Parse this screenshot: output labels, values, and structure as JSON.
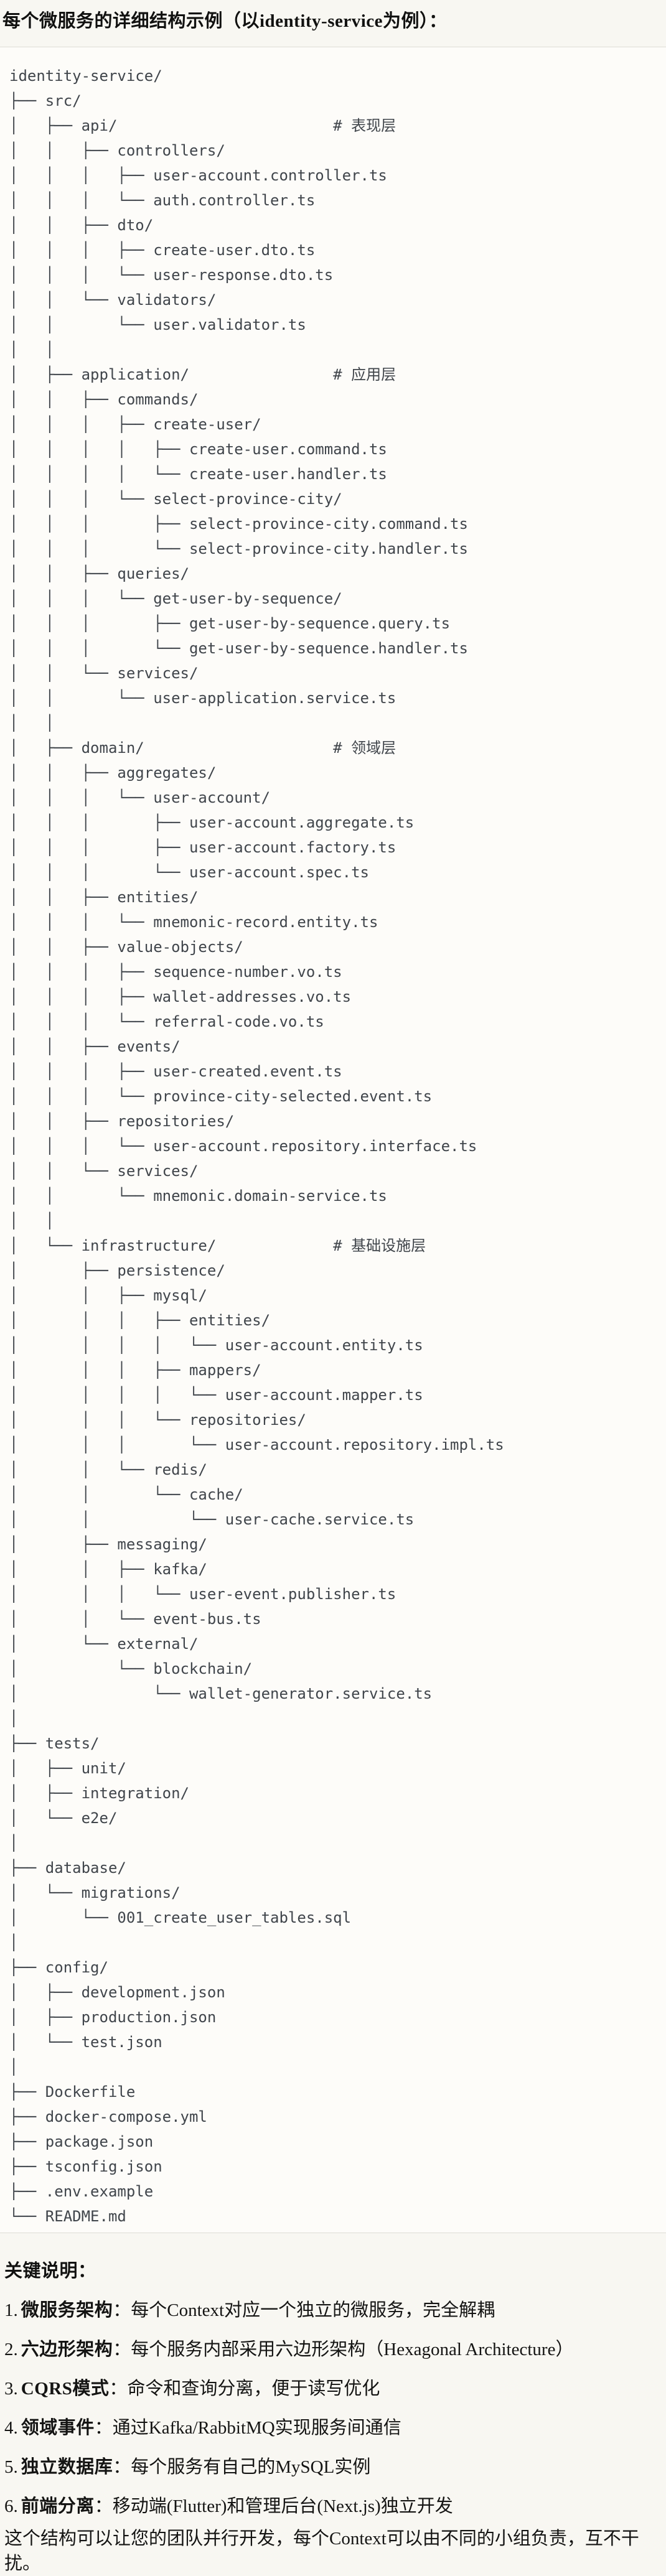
{
  "page": {
    "title": "每个微服务的详细结构示例（以identity-service为例）："
  },
  "code_block": {
    "lines": [
      "identity-service/",
      "├── src/",
      "│   ├── api/                        # 表现层",
      "│   │   ├── controllers/",
      "│   │   │   ├── user-account.controller.ts",
      "│   │   │   └── auth.controller.ts",
      "│   │   ├── dto/",
      "│   │   │   ├── create-user.dto.ts",
      "│   │   │   └── user-response.dto.ts",
      "│   │   └── validators/",
      "│   │       └── user.validator.ts",
      "│   │",
      "│   ├── application/                # 应用层",
      "│   │   ├── commands/",
      "│   │   │   ├── create-user/",
      "│   │   │   │   ├── create-user.command.ts",
      "│   │   │   │   └── create-user.handler.ts",
      "│   │   │   └── select-province-city/",
      "│   │   │       ├── select-province-city.command.ts",
      "│   │   │       └── select-province-city.handler.ts",
      "│   │   ├── queries/",
      "│   │   │   └── get-user-by-sequence/",
      "│   │   │       ├── get-user-by-sequence.query.ts",
      "│   │   │       └── get-user-by-sequence.handler.ts",
      "│   │   └── services/",
      "│   │       └── user-application.service.ts",
      "│   │",
      "│   ├── domain/                     # 领域层",
      "│   │   ├── aggregates/",
      "│   │   │   └── user-account/",
      "│   │   │       ├── user-account.aggregate.ts",
      "│   │   │       ├── user-account.factory.ts",
      "│   │   │       └── user-account.spec.ts",
      "│   │   ├── entities/",
      "│   │   │   └── mnemonic-record.entity.ts",
      "│   │   ├── value-objects/",
      "│   │   │   ├── sequence-number.vo.ts",
      "│   │   │   ├── wallet-addresses.vo.ts",
      "│   │   │   └── referral-code.vo.ts",
      "│   │   ├── events/",
      "│   │   │   ├── user-created.event.ts",
      "│   │   │   └── province-city-selected.event.ts",
      "│   │   ├── repositories/",
      "│   │   │   └── user-account.repository.interface.ts",
      "│   │   └── services/",
      "│   │       └── mnemonic.domain-service.ts",
      "│   │",
      "│   └── infrastructure/             # 基础设施层",
      "│       ├── persistence/",
      "│       │   ├── mysql/",
      "│       │   │   ├── entities/",
      "│       │   │   │   └── user-account.entity.ts",
      "│       │   │   ├── mappers/",
      "│       │   │   │   └── user-account.mapper.ts",
      "│       │   │   └── repositories/",
      "│       │   │       └── user-account.repository.impl.ts",
      "│       │   └── redis/",
      "│       │       └── cache/",
      "│       │           └── user-cache.service.ts",
      "│       ├── messaging/",
      "│       │   ├── kafka/",
      "│       │   │   └── user-event.publisher.ts",
      "│       │   └── event-bus.ts",
      "│       └── external/",
      "│           └── blockchain/",
      "│               └── wallet-generator.service.ts",
      "│",
      "├── tests/",
      "│   ├── unit/",
      "│   ├── integration/",
      "│   └── e2e/",
      "│",
      "├── database/",
      "│   └── migrations/",
      "│       └── 001_create_user_tables.sql",
      "│",
      "├── config/",
      "│   ├── development.json",
      "│   ├── production.json",
      "│   └── test.json",
      "│",
      "├── Dockerfile",
      "├── docker-compose.yml",
      "├── package.json",
      "├── tsconfig.json",
      "├── .env.example",
      "└── README.md"
    ]
  },
  "notes": {
    "heading": "关键说明：",
    "items": [
      {
        "num": "1.",
        "term": "微服务架构",
        "desc": "：每个Context对应一个独立的微服务，完全解耦"
      },
      {
        "num": "2.",
        "term": "六边形架构",
        "desc": "：每个服务内部采用六边形架构（Hexagonal Architecture）"
      },
      {
        "num": "3.",
        "term": "CQRS模式",
        "desc": "：命令和查询分离，便于读写优化"
      },
      {
        "num": "4.",
        "term": "领域事件",
        "desc": "：通过Kafka/RabbitMQ实现服务间通信"
      },
      {
        "num": "5.",
        "term": "独立数据库",
        "desc": "：每个服务有自己的MySQL实例"
      },
      {
        "num": "6.",
        "term": "前端分离",
        "desc": "：移动端(Flutter)和管理后台(Next.js)独立开发"
      }
    ],
    "footer": "这个结构可以让您的团队并行开发，每个Context可以由不同的小组负责，互不干扰。"
  },
  "colors": {
    "page_bg": "#f8f7f2",
    "code_bg": "#fdfcf9",
    "code_border": "#dedcd6",
    "tree_text": "#40454b",
    "body_text": "#141413"
  }
}
